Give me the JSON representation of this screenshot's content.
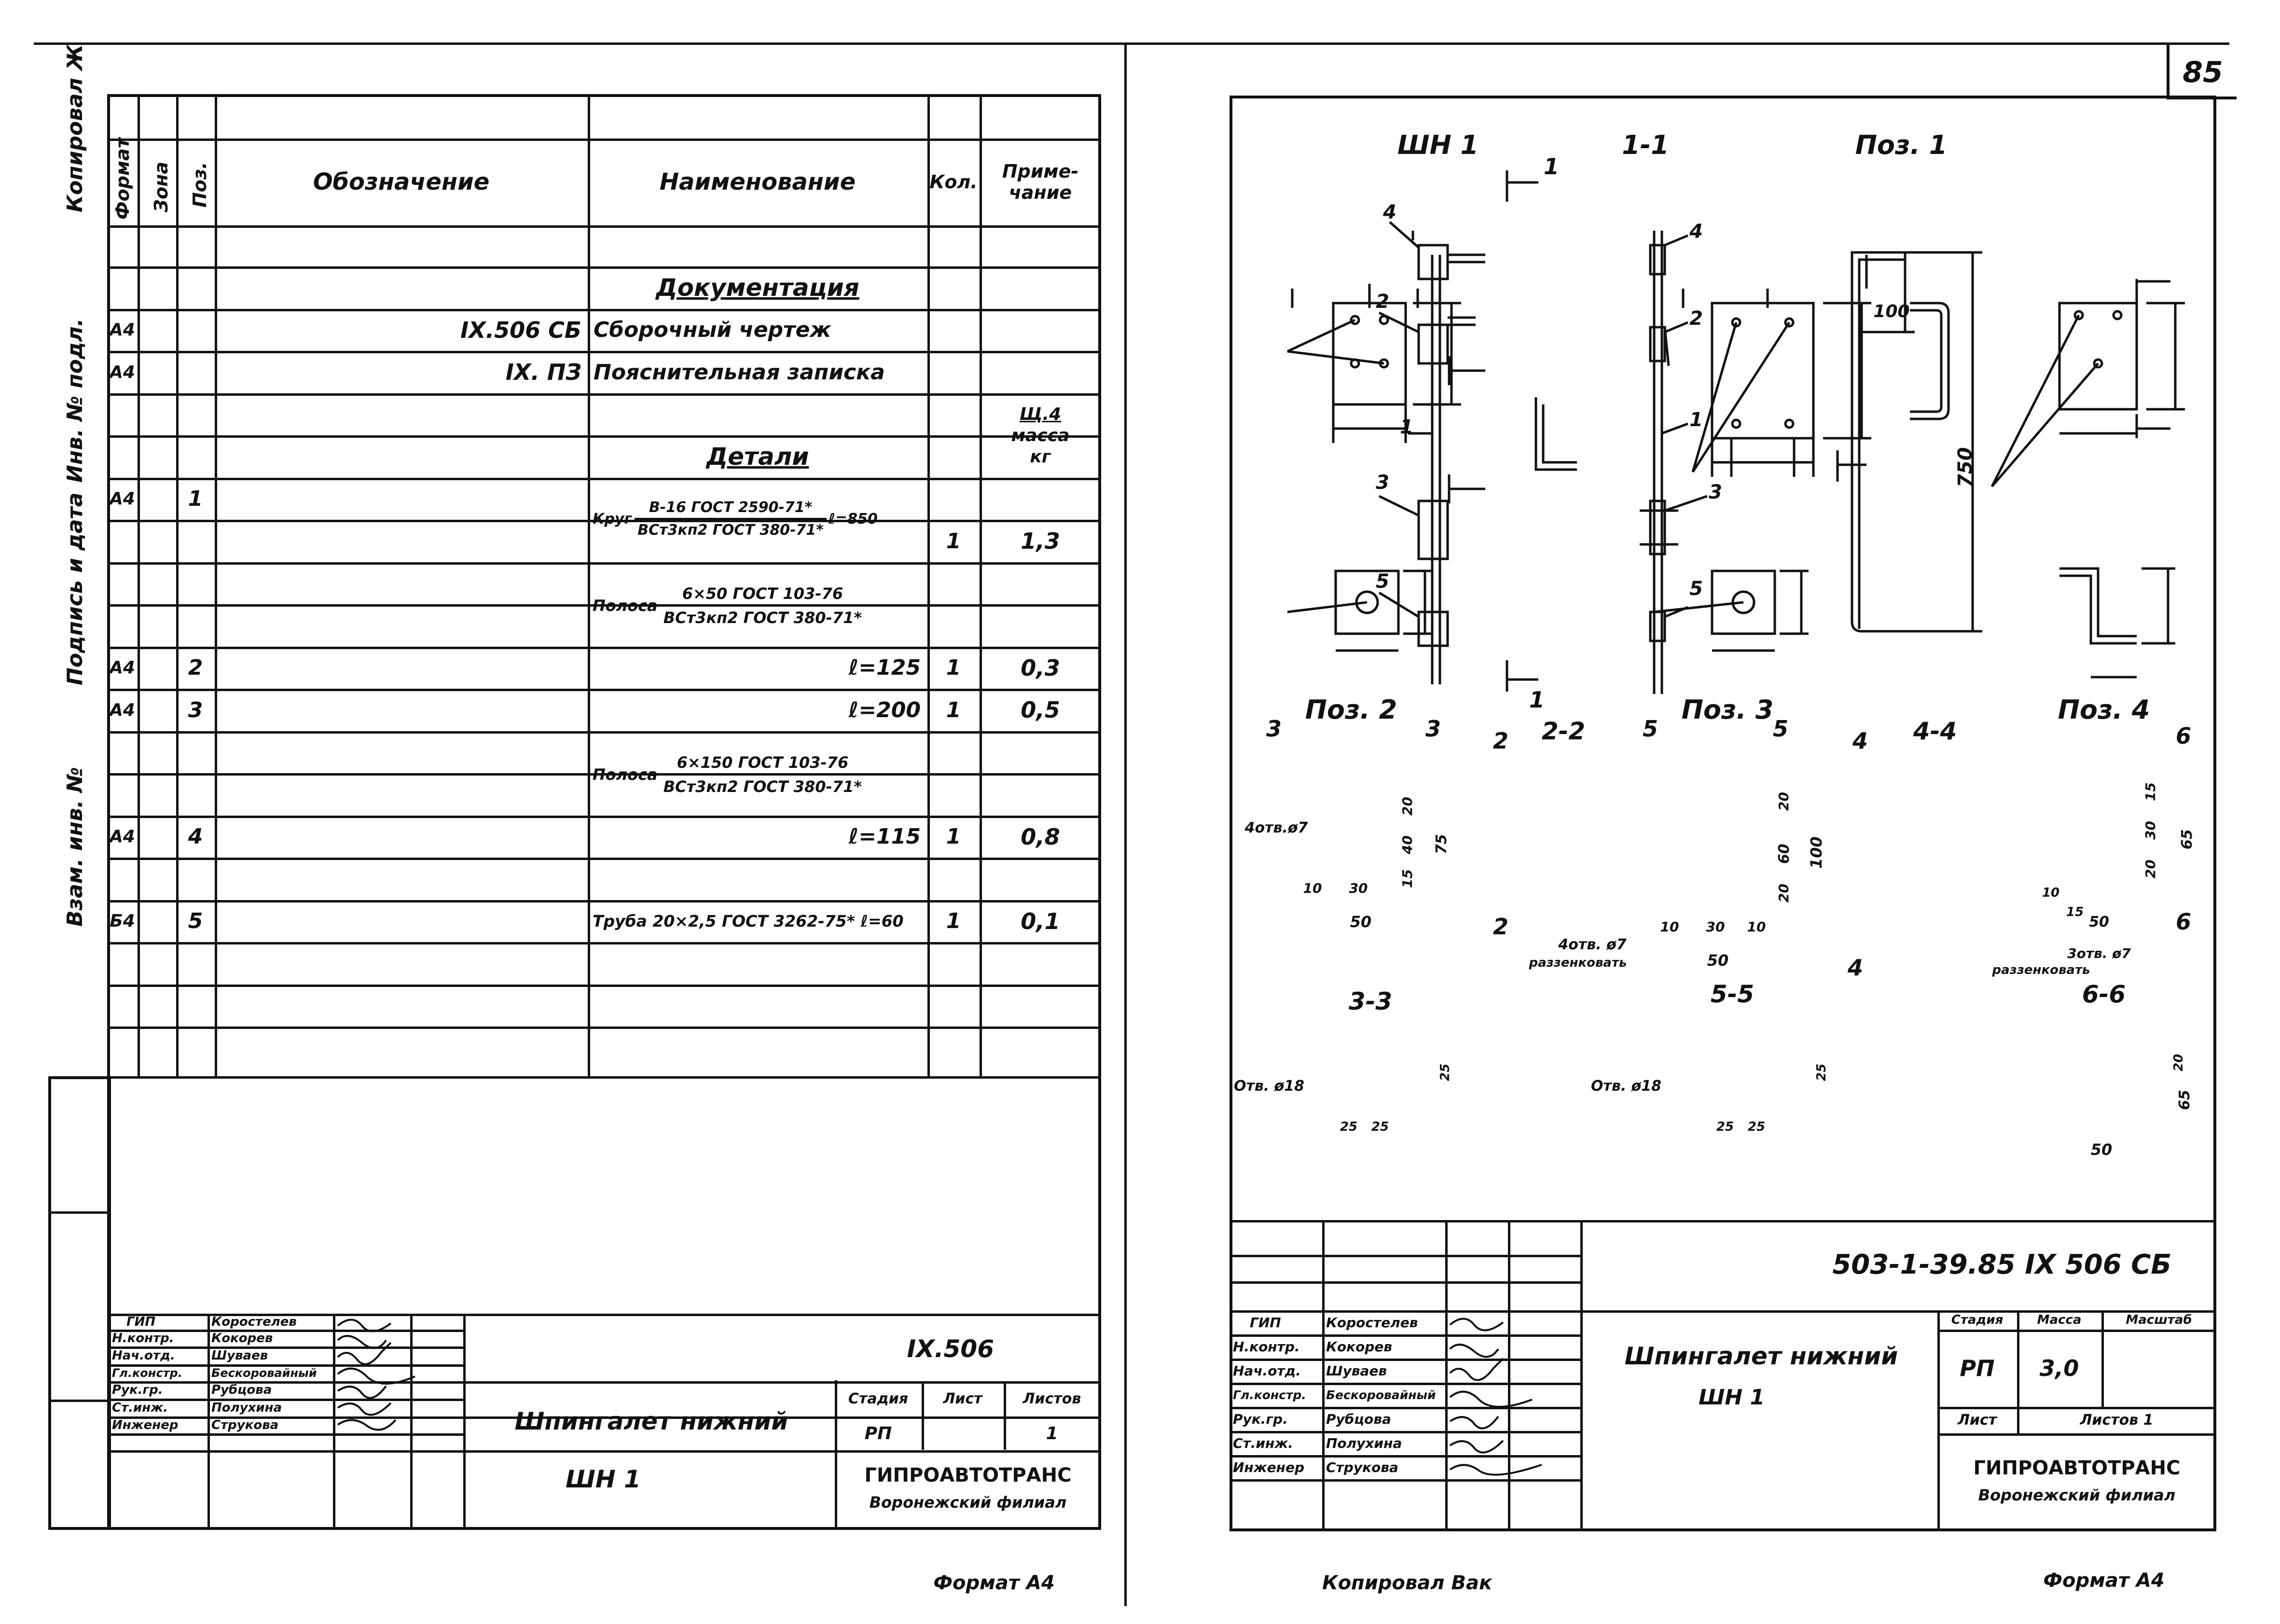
{
  "sheet_number": "85",
  "left_sheet": {
    "margin_stamp_labels": [
      "Копировал Ж",
      "Инв. № подл.",
      "Подпись и дата",
      "Взам. инв. №"
    ],
    "spec_headers": {
      "format": "Формат",
      "zone": "Зона",
      "pos": "Поз.",
      "designation": "Обозначение",
      "name": "Наименование",
      "qty": "Кол.",
      "note_l1": "Приме-",
      "note_l2": "чание"
    },
    "sections": {
      "docs": "Документация",
      "details": "Детали"
    },
    "rows": {
      "r1_format": "А4",
      "r1_designation": "IX.506 СБ",
      "r1_name": "Сборочный чертеж",
      "r2_format": "А4",
      "r2_designation": "IX. ПЗ",
      "r2_name": "Пояснительная записка",
      "mass_note_l1": "Щ.4",
      "mass_note_l2": "масса",
      "mass_note_l3": "кг",
      "p1_format": "А4",
      "p1_pos": "1",
      "p1_prefix": "Круг",
      "p1_top": "В-16 ГОСТ 2590-71*",
      "p1_bot": "ВСт3кп2 ГОСТ 380-71*",
      "p1_len": "ℓ=850",
      "p1_qty": "1",
      "p1_mass": "1,3",
      "strip1_prefix": "Полоса",
      "strip1_top": "6×50 ГОСТ 103-76",
      "strip1_bot": "ВСт3кп2 ГОСТ 380-71*",
      "p2_format": "А4",
      "p2_pos": "2",
      "p2_len": "ℓ=125",
      "p2_qty": "1",
      "p2_mass": "0,3",
      "p3_format": "А4",
      "p3_pos": "3",
      "p3_len": "ℓ=200",
      "p3_qty": "1",
      "p3_mass": "0,5",
      "strip2_prefix": "Полоса",
      "strip2_top": "6×150 ГОСТ 103-76",
      "strip2_bot": "ВСт3кп2 ГОСТ 380-71*",
      "p4_format": "А4",
      "p4_pos": "4",
      "p4_len": "ℓ=115",
      "p4_qty": "1",
      "p4_mass": "0,8",
      "p5_format": "Б4",
      "p5_pos": "5",
      "p5_name": "Труба 20×2,5 ГОСТ 3262-75* ℓ=60",
      "p5_qty": "1",
      "p5_mass": "0,1"
    },
    "title_block": {
      "code": "IX.506",
      "title_l1": "Шпингалет нижний",
      "title_l2": "ШН 1",
      "stage_h": "Стадия",
      "sheet_h": "Лист",
      "sheets_h": "Листов",
      "stage": "РП",
      "sheets": "1",
      "org_l1": "ГИПРОАВТОТРАНС",
      "org_l2": "Воронежский филиал",
      "roles": [
        "ГИП",
        "Н.контр.",
        "Нач.отд.",
        "Гл.констр.",
        "Рук.гр.",
        "Ст.инж.",
        "Инженер"
      ],
      "names": [
        "Коростелев",
        "Кокорев",
        "Шуваев",
        "Бескоровайный",
        "Рубцова",
        "Полухина",
        "Струкова"
      ]
    },
    "format_label": "Формат А4"
  },
  "right_sheet": {
    "view_labels": {
      "assembly": "ШН 1",
      "section_11": "1-1",
      "pos1": "Поз. 1",
      "pos2": "Поз. 2",
      "pos3": "Поз. 3",
      "pos4": "Поз. 4",
      "sec22": "2-2",
      "sec44": "4-4",
      "sec33": "3-3",
      "sec55": "5-5",
      "sec66": "6-6"
    },
    "callouts": [
      "1",
      "2",
      "3",
      "4",
      "5"
    ],
    "section_marks": [
      "1",
      "2",
      "3",
      "4",
      "5",
      "6"
    ],
    "dims": {
      "pos1_top": "100",
      "pos1_len": "750",
      "pos2_holes": "4отв.ø7",
      "pos2_d": [
        "20",
        "40",
        "15",
        "75",
        "10",
        "30",
        "50"
      ],
      "pos3_holes": "4отв. ø7",
      "pos3_countersink": "раззенковать",
      "pos3_d": [
        "20",
        "60",
        "20",
        "100",
        "10",
        "30",
        "10",
        "50"
      ],
      "pos4_holes": "3отв. ø7",
      "pos4_countersink": "раззенковать",
      "pos4_d": [
        "15",
        "30",
        "20",
        "65",
        "10",
        "15",
        "50"
      ],
      "hole18": "Отв. ø18",
      "d25": "25",
      "s66_d": [
        "20",
        "65",
        "50"
      ]
    },
    "title_block": {
      "code": "503-1-39.85   IX 506 СБ",
      "title_l1": "Шпингалет нижний",
      "title_l2": "ШН 1",
      "stage_h": "Стадия",
      "mass_h": "Масса",
      "scale_h": "Масштаб",
      "stage": "РП",
      "mass": "3,0",
      "sheet_h": "Лист",
      "sheets_h": "Листов 1",
      "org_l1": "ГИПРОАВТОТРАНС",
      "org_l2": "Воронежский филиал",
      "roles": [
        "ГИП",
        "Н.контр.",
        "Нач.отд.",
        "Гл.констр.",
        "Рук.гр.",
        "Ст.инж.",
        "Инженер"
      ],
      "names": [
        "Коростелев",
        "Кокорев",
        "Шуваев",
        "Бескоровайный",
        "Рубцова",
        "Полухина",
        "Струкова"
      ]
    },
    "copied_label": "Копировал Вак",
    "format_label": "Формат А4"
  }
}
